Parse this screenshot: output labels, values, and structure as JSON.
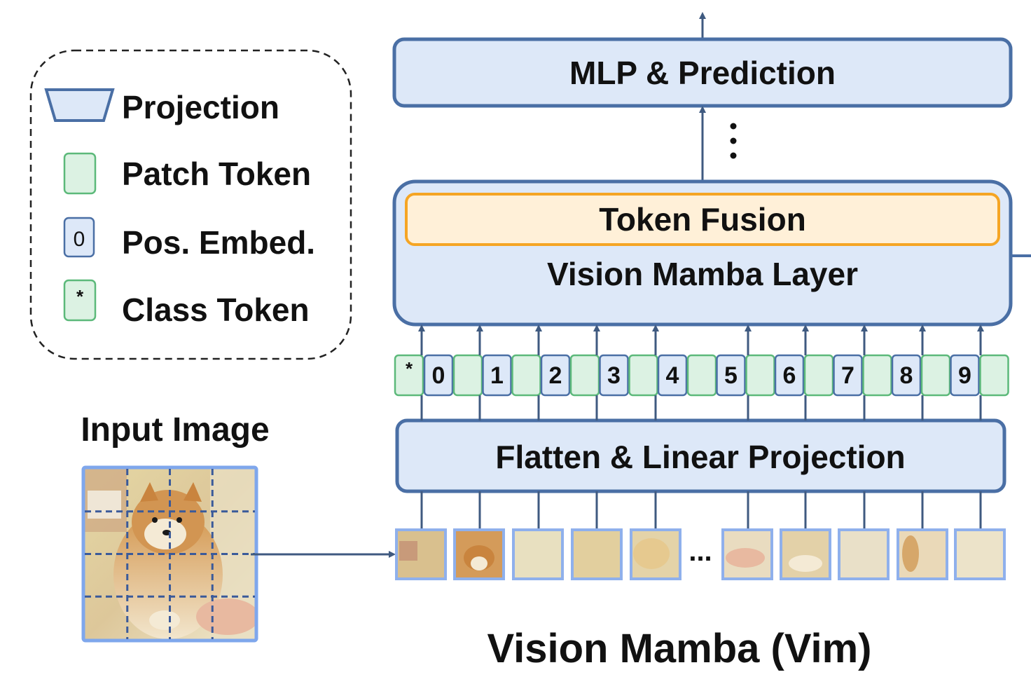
{
  "legend": {
    "projection": "Projection",
    "patch_token": "Patch Token",
    "pos_embed": "Pos. Embed.",
    "pos_embed_glyph": "0",
    "class_token": "Class Token",
    "class_token_glyph": "*"
  },
  "blocks": {
    "mlp": "MLP & Prediction",
    "token_fusion": "Token Fusion",
    "vim_layer": "Vision Mamba Layer",
    "flatten": "Flatten & Linear Projection"
  },
  "stack_ellipsis": "⋮",
  "token_sequence": {
    "class_glyph": "*",
    "positions": [
      "0",
      "1",
      "2",
      "3",
      "4",
      "5",
      "6",
      "7",
      "8",
      "9"
    ]
  },
  "patch_ellipsis": "...",
  "input_image_title": "Input Image",
  "main_title": "Vision Mamba (Vim)",
  "image_grid": {
    "rows": 4,
    "cols": 4
  },
  "colors": {
    "block_fill": "#dde8f8",
    "block_stroke": "#4a6fa5",
    "token_fill": "#dcf2e3",
    "token_stroke": "#5cb97a",
    "fusion_fill": "#fff0d8",
    "fusion_stroke": "#f5a524",
    "arrow": "#3f5a80",
    "text": "#111111"
  }
}
